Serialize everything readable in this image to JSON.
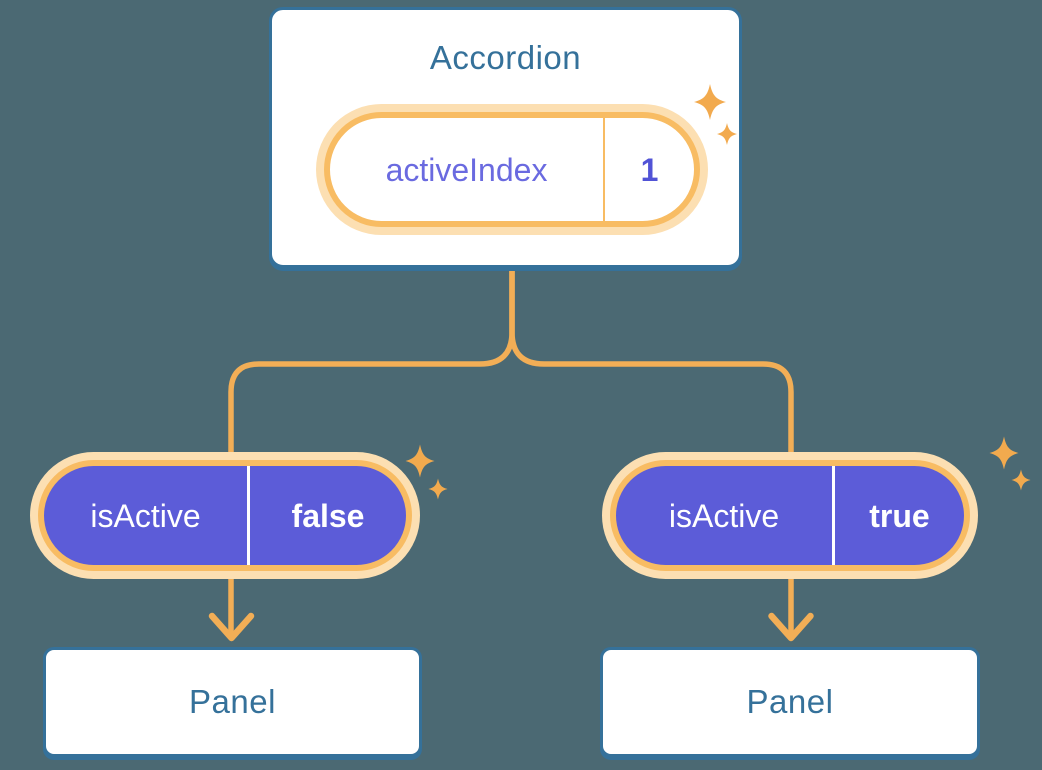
{
  "accordion": {
    "title": "Accordion",
    "state": {
      "label": "activeIndex",
      "value": "1"
    }
  },
  "children": [
    {
      "prop_label": "isActive",
      "prop_value": "false",
      "panel_title": "Panel"
    },
    {
      "prop_label": "isActive",
      "prop_value": "true",
      "panel_title": "Panel"
    }
  ],
  "icons": {
    "sparkle": "four-point-star-sparkle",
    "arrow": "arrow-down"
  },
  "colors": {
    "background": "#4B6973",
    "box_fill": "#FFFFFF",
    "box_border": "#35719A",
    "heading_text": "#35719A",
    "pill_halo": "#FCDFB2",
    "pill_ring": "#F8BC63",
    "connector_line": "#F2AE56",
    "sparkle": "#F2AA4E",
    "prop_pill_fill": "#5C5CD8",
    "prop_pill_text": "#FFFFFF",
    "state_label_text": "#6A6AE0",
    "state_value_text": "#5153D6"
  }
}
